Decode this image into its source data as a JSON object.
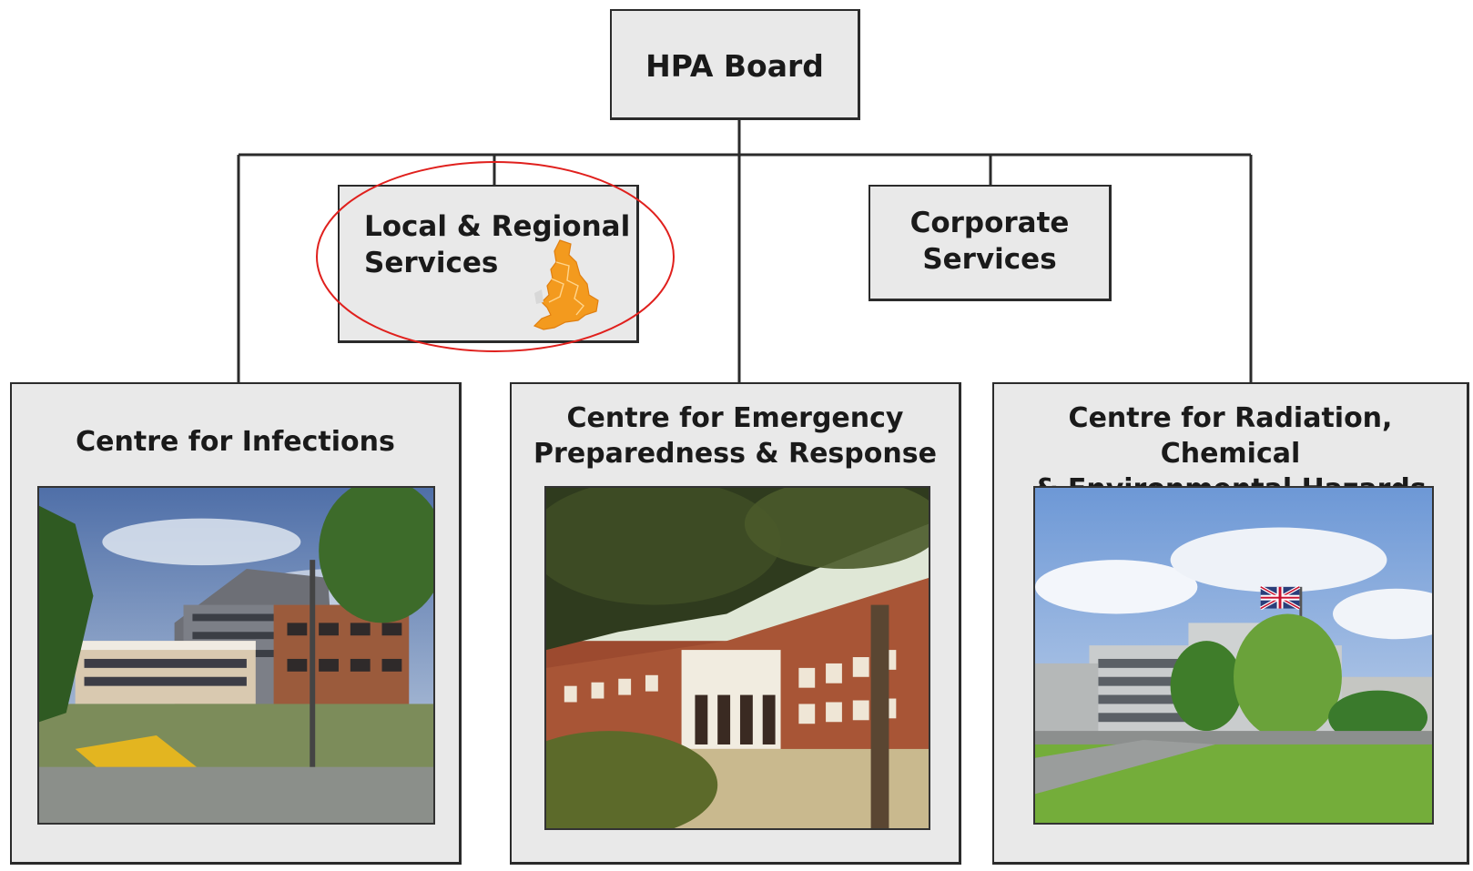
{
  "diagram": {
    "root": {
      "label": "HPA Board"
    },
    "divisions": [
      {
        "id": "local",
        "label": "Local & Regional\nServices",
        "highlighted": true,
        "icon": "england-map-icon"
      },
      {
        "id": "corporate",
        "label": "Corporate\nServices"
      }
    ],
    "centres": [
      {
        "id": "infections",
        "label": "Centre for Infections",
        "photo": "building-photo"
      },
      {
        "id": "emergency",
        "label": "Centre for Emergency\nPreparedness & Response",
        "photo": "building-photo"
      },
      {
        "id": "radiation",
        "label": "Centre for Radiation, Chemical\n& Environmental Hazards",
        "photo": "building-photo-with-flag"
      }
    ]
  },
  "colors": {
    "box_fill": "#e9e9e9",
    "box_border": "#2b2b2b",
    "connector": "#2b2b2b",
    "highlight": "#e0201d",
    "map_orange": "#f39a1e"
  }
}
